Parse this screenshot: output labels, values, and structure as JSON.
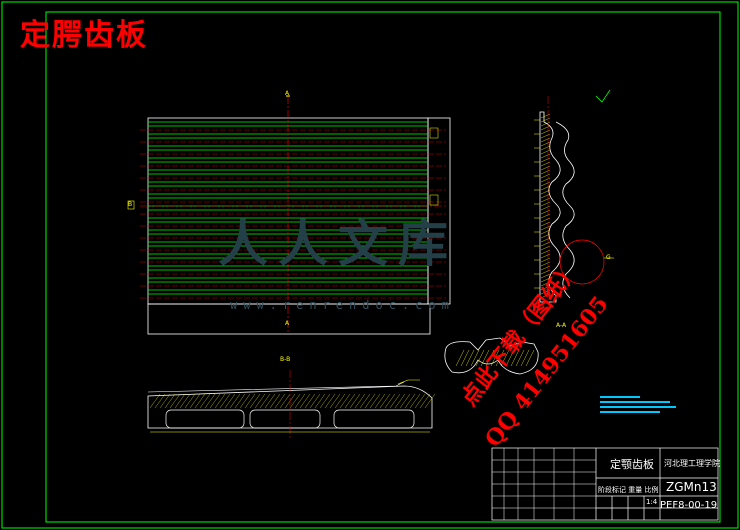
{
  "title": "定腭齿板",
  "watermark": {
    "brand": "人人文库",
    "url": "www.renrendoc.com",
    "red_line1": "点此下载（图纸）",
    "red_line2": "QQ 414951605"
  },
  "views": {
    "section_a_top": "A",
    "section_a_bottom": "A",
    "side_marker": "B",
    "section_bb": "B-B",
    "section_aa": "A-A",
    "detail_marker": "G"
  },
  "title_block": {
    "part_name": "定颚齿板",
    "school": "河北理工理学院",
    "material": "ZGMn13",
    "drawing_no": "PEF8-00-19",
    "scale": "1:4",
    "stage_labels": "阶段标记  重量  比例"
  },
  "colors": {
    "background": "#000000",
    "frame": "#00ff00",
    "yellow": "#ffff00",
    "red": "#ff0000",
    "white": "#ffffff",
    "cyan": "#00c8ff"
  }
}
